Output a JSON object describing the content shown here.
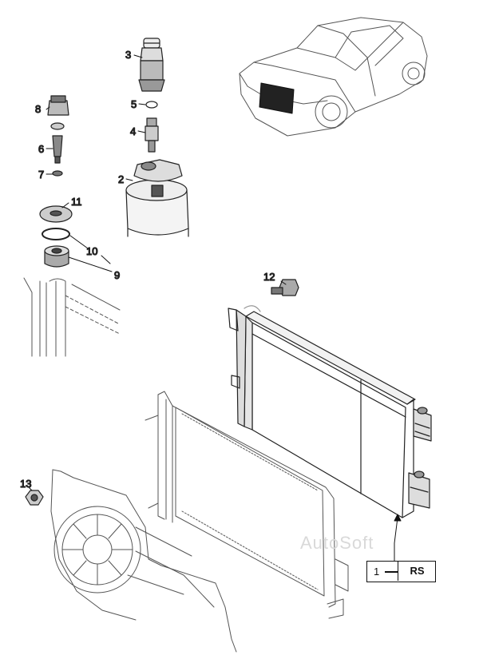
{
  "callouts": {
    "c1": "1",
    "c2": "2",
    "c3": "3",
    "c4": "4",
    "c5": "5",
    "c6": "6",
    "c7": "7",
    "c8": "8",
    "c9": "9",
    "c10": "10",
    "c11": "11",
    "c12": "12",
    "c13": "13"
  },
  "reference_box": {
    "code": "RS"
  },
  "watermark": "AutoSoft"
}
